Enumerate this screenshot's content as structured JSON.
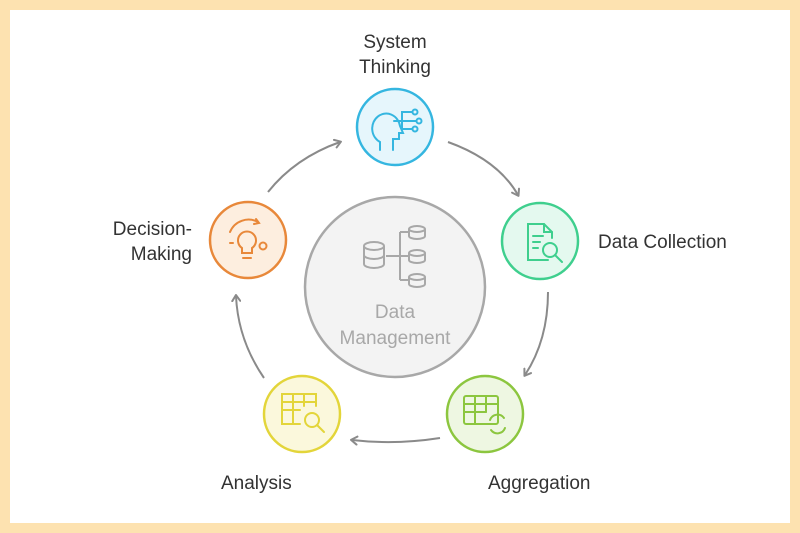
{
  "center": {
    "label_line1": "Data",
    "label_line2": "Management",
    "icon": "database-network-icon"
  },
  "nodes": [
    {
      "id": "system-thinking",
      "line1": "System",
      "line2": "Thinking",
      "icon": "head-network-icon",
      "color": "#35b6e0",
      "fill": "#e6f6fc"
    },
    {
      "id": "data-collection",
      "line1": "Data Collection",
      "line2": "",
      "icon": "document-search-icon",
      "color": "#3fcf8e",
      "fill": "#e4f9ef"
    },
    {
      "id": "aggregation",
      "line1": "Aggregation",
      "line2": "",
      "icon": "table-refresh-icon",
      "color": "#8cc63f",
      "fill": "#eef7e2"
    },
    {
      "id": "analysis",
      "line1": "Analysis",
      "line2": "",
      "icon": "table-search-icon",
      "color": "#e3d53a",
      "fill": "#fbf8dc"
    },
    {
      "id": "decision-making",
      "line1": "Decision-",
      "line2": "Making",
      "icon": "lightbulb-icon",
      "color": "#e8883a",
      "fill": "#fdeedf"
    }
  ],
  "colors": {
    "background": "#fde2b0",
    "center_stroke": "#a8a8a8",
    "center_fill": "#f3f3f3",
    "arrow": "#8a8a8a"
  }
}
